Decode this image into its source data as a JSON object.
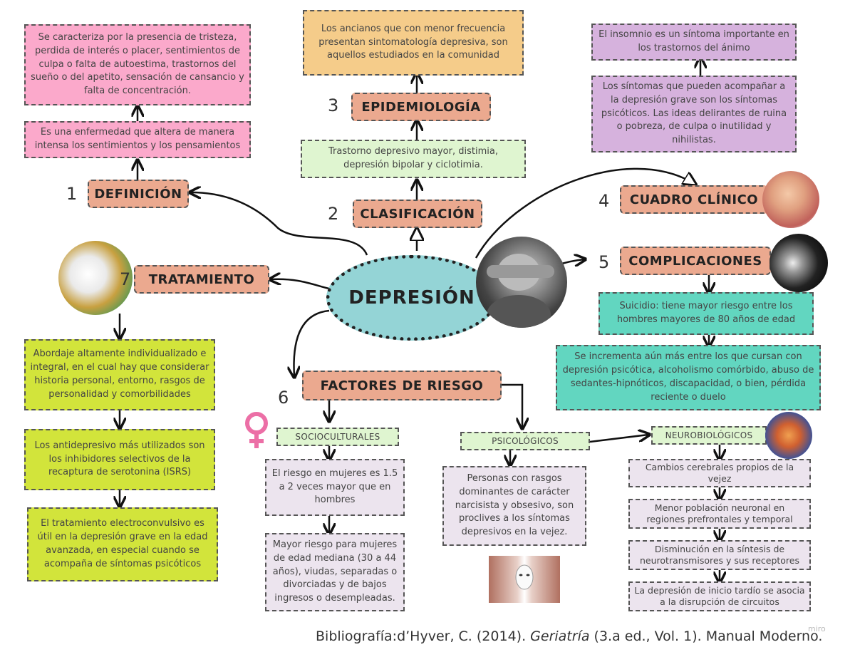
{
  "center": {
    "label": "DEPRESIÓN"
  },
  "definicion": {
    "number": "1",
    "title": "DEFINICIÓN",
    "box1": "Es una enfermedad que altera de manera intensa los sentimientos y los pensamientos",
    "box2": "Se caracteriza por la presencia de tristeza, perdida de interés o placer, sentimientos de culpa o falta de autoestima, trastornos del sueño o del apetito, sensación de cansancio y falta de concentración."
  },
  "clasificacion": {
    "number": "2",
    "title": "CLASIFICACIÓN",
    "box1": "Trastorno depresivo mayor, distimia, depresión bipolar y ciclotimia."
  },
  "epidemiologia": {
    "number": "3",
    "title": "EPIDEMIOLOGÍA",
    "box1": "Los ancianos que con menor frecuencia presentan sintomatología depresiva, son aquellos estudiados en la comunidad"
  },
  "cuadro_clinico": {
    "number": "4",
    "title": "CUADRO CLÍNICO",
    "box1": "Los síntomas que pueden acompañar a la depresión grave son los síntomas psicóticos. Las ideas delirantes de ruina o pobreza, de culpa o inutilidad y nihilistas.",
    "box2": "El insomnio es un síntoma importante en los trastornos del ánimo"
  },
  "complicaciones": {
    "number": "5",
    "title": "COMPLICACIONES",
    "box1": "Suicidio: tiene mayor riesgo entre los hombres mayores de 80 años de edad",
    "box2": "Se incrementa aún más entre los que cursan con depresión psicótica, alcoholismo comórbido, abuso de sedantes-hipnóticos, discapacidad, o bien, pérdida reciente o duelo"
  },
  "factores": {
    "number": "6",
    "title": "FACTORES DE RIESGO",
    "socio": {
      "label": "SOCIOCULTURALES",
      "box1": "El riesgo en mujeres es 1.5 a 2 veces mayor que en hombres",
      "box2": "Mayor riesgo para mujeres de edad mediana (30 a 44 años), viudas, separadas o divorciadas y de bajos ingresos o desempleadas."
    },
    "psico": {
      "label": "PSICOLÓGICOS",
      "box1": "Personas con rasgos dominantes de carácter narcisista y obsesivo, son proclives a los síntomas depresivos en la vejez."
    },
    "neuro": {
      "label": "NEUROBIOLÓGICOS",
      "box1": "Cambios cerebrales propios de la vejez",
      "box2": "Menor población neuronal en regiones prefrontales y temporal",
      "box3": "Disminución en la síntesis de neurotransmisores y sus receptores",
      "box4": "La depresión de inicio tardío se asocia a la disrupción de circuitos"
    }
  },
  "tratamiento": {
    "number": "7",
    "title": "TRATAMIENTO",
    "box1": "Abordaje altamente individualizado e integral, en el cual hay que considerar historia personal,  entorno, rasgos de personalidad y comorbilidades",
    "box2": "Los antidepresivo más utilizados son los inhibidores selectivos de la recaptura de serotonina (ISRS)",
    "box3": "El tratamiento electroconvulsivo es útil en la depresión grave en la edad avanzada, en especial cuando se acompaña de síntomas psicóticos"
  },
  "bibliografia": {
    "prefix": "Bibliografía:d’Hyver, C. (2014). ",
    "book": "Geriatría",
    "suffix": " (3.a ed., Vol. 1). Manual Moderno."
  },
  "watermark": "miro",
  "colors": {
    "title_fill": "#eba98f",
    "center_fill": "#94d4d6",
    "pink": "#fba9cb",
    "orange": "#f5cc8a",
    "light_green": "#dff5d0",
    "purple": "#d6b2dd",
    "teal": "#62d6c0",
    "lime": "#d2e43b",
    "lavender": "#ece4ee"
  },
  "icons": [
    "female-symbol-icon",
    "elderly-person-photo",
    "woman-photo",
    "pills-photo",
    "dark-abstract-photo",
    "brain-photo",
    "masks-photo"
  ]
}
